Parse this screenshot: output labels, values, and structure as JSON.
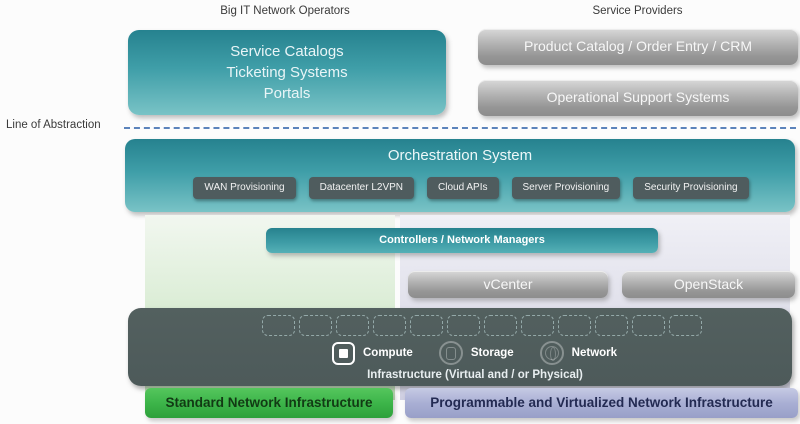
{
  "headers": {
    "left": "Big IT Network Operators",
    "right": "Service Providers"
  },
  "abstraction": {
    "label": "Line of Abstraction"
  },
  "operator_stack": {
    "lines": [
      "Service Catalogs",
      "Ticketing Systems",
      "Portals"
    ]
  },
  "provider_stack": {
    "boxes": [
      "Product Catalog / Order Entry / CRM",
      "Operational Support Systems"
    ]
  },
  "orchestration": {
    "title": "Orchestration System",
    "modules": [
      "WAN Provisioning",
      "Datacenter L2VPN",
      "Cloud APIs",
      "Server Provisioning",
      "Security Provisioning"
    ]
  },
  "controllers": {
    "label": "Controllers / Network Managers"
  },
  "platforms": {
    "left": "vCenter",
    "right": "OpenStack"
  },
  "infrastructure": {
    "slot_count": 12,
    "resources": [
      "Compute",
      "Storage",
      "Network"
    ],
    "caption": "Infrastructure (Virtual and / or Physical)"
  },
  "footers": {
    "left": "Standard Network Infrastructure",
    "right": "Programmable and Virtualized Network Infrastructure"
  },
  "colors": {
    "teal_dark": "#26828f",
    "teal_light": "#79c3c6",
    "gray_box_top": "#d8d8d8",
    "gray_box_bottom": "#8d8d8d",
    "dark_slate": "#4d5a5a",
    "green_panel": "#b7d9ae",
    "lavender_panel": "#cfcfe2",
    "green_footer": "#3db54a",
    "purple_footer": "#a9afd4",
    "abstraction_line": "#5b83bb"
  }
}
